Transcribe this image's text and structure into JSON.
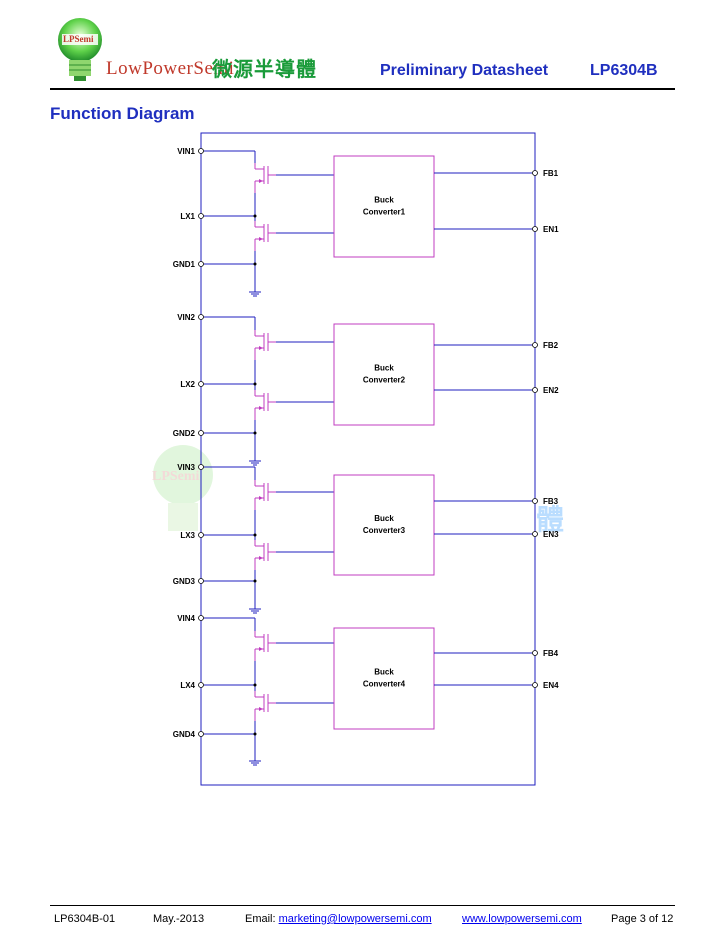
{
  "header": {
    "logo_text": "LPSemi",
    "brand_en": "LowPowerSemi",
    "brand_cn": "微源半導體",
    "doc_type": "Preliminary Datasheet",
    "part_no": "LP6304B"
  },
  "section": {
    "title": "Function Diagram"
  },
  "diagram": {
    "blocks": [
      {
        "line1": "Buck",
        "line2": "Converter1",
        "vin": "VIN1",
        "lx": "LX1",
        "gnd": "GND1",
        "fb": "FB1",
        "en": "EN1"
      },
      {
        "line1": "Buck",
        "line2": "Converter2",
        "vin": "VIN2",
        "lx": "LX2",
        "gnd": "GND2",
        "fb": "FB2",
        "en": "EN2"
      },
      {
        "line1": "Buck",
        "line2": "Converter3",
        "vin": "VIN3",
        "lx": "LX3",
        "gnd": "GND3",
        "fb": "FB3",
        "en": "EN3"
      },
      {
        "line1": "Buck",
        "line2": "Converter4",
        "vin": "VIN4",
        "lx": "LX4",
        "gnd": "GND4",
        "fb": "FB4",
        "en": "EN4"
      }
    ],
    "colors": {
      "wire": "#1f1fbf",
      "box": "#c03cc0",
      "mosfet": "#c03cc0"
    }
  },
  "watermark": {
    "logo_text": "LPSemi",
    "cn_char": "體"
  },
  "footer": {
    "doc_id": "LP6304B-01",
    "date": "May.-2013",
    "email_label": "Email: ",
    "email": "marketing@lowpowersemi.com",
    "website": "www.lowpowersemi.com",
    "page": "Page 3 of 12"
  }
}
